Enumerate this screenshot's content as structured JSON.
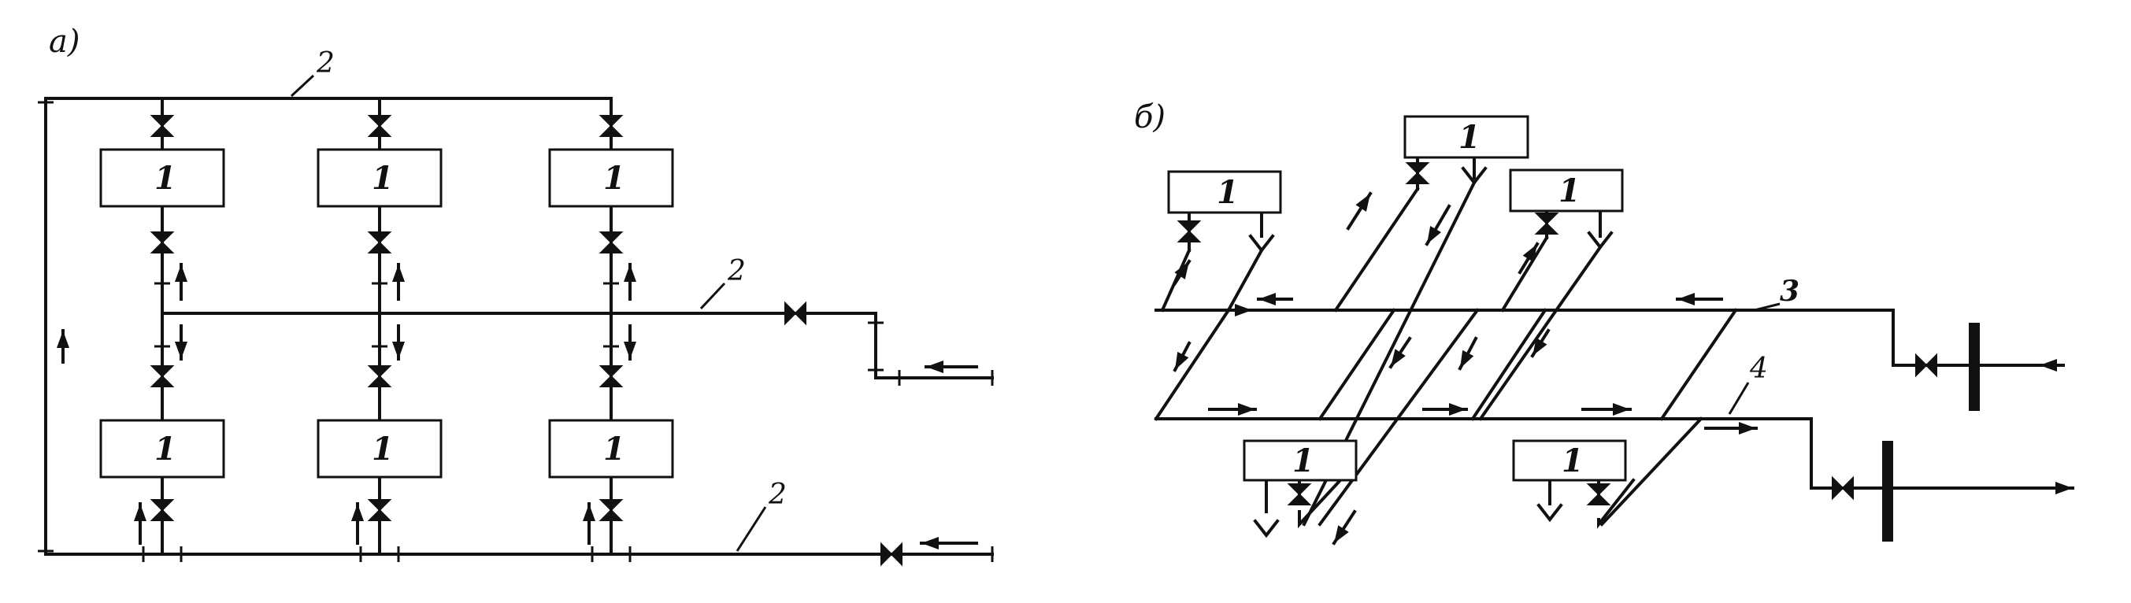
{
  "panels": [
    {
      "id": "a",
      "label": "а)"
    },
    {
      "id": "b",
      "label": "б)"
    }
  ],
  "labels": {
    "unit": "1",
    "pipe2": "2",
    "pipe3": "3",
    "pipe4": "4"
  }
}
